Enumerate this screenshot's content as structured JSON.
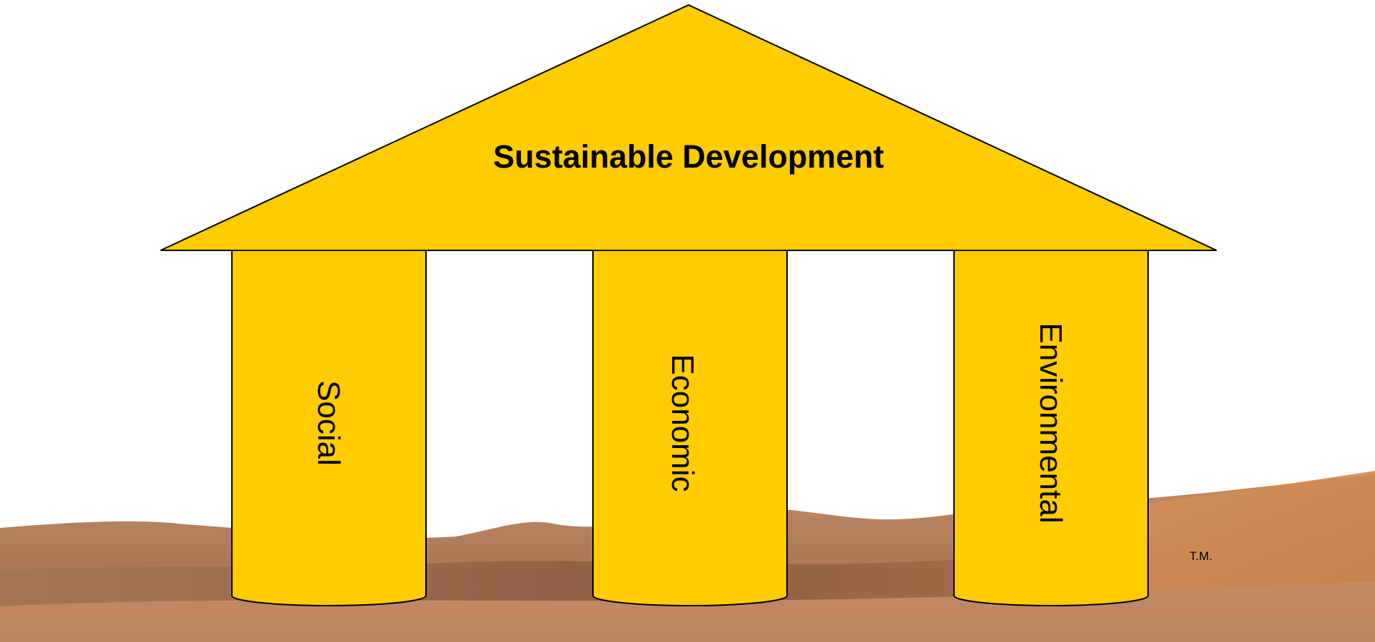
{
  "title": "Sustainable Development",
  "pillars": [
    {
      "label": "Social"
    },
    {
      "label": "Economic"
    },
    {
      "label": "Environmental"
    }
  ],
  "credit": "T.M.",
  "colors": {
    "structure_fill": "#FFCC00",
    "outline": "#000000",
    "sky": "#FFFFFF",
    "sand_light": "#D59560",
    "sand_dark": "#8F5F42"
  }
}
